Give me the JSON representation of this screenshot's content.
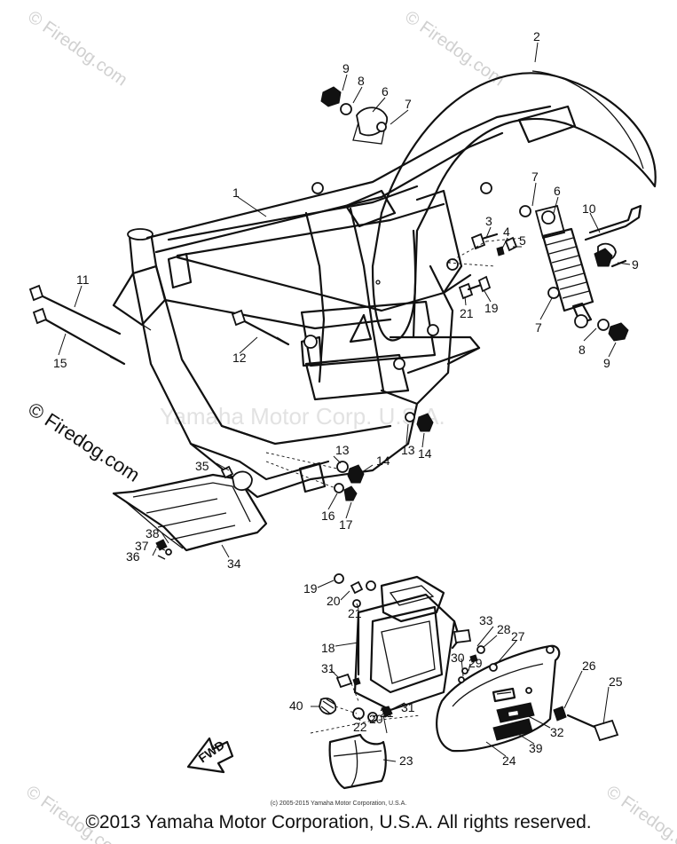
{
  "watermarks": {
    "top_left": "© Firedog.com",
    "top_right": "© Firedog.com",
    "middle_left": "© Firedog.com",
    "center": "Yamaha Motor Corp. U.S.A.",
    "bottom_left": "© Firedog.com",
    "bottom_right": "© Firedog.com"
  },
  "fwd_arrow_label": "FWD",
  "small_credit": "(c) 2005-2015 Yamaha Motor Corporation, U.S.A.",
  "copyright": "©2013 Yamaha Motor Corporation, U.S.A. All rights reserved.",
  "callouts": {
    "c1": "1",
    "c2": "2",
    "c3": "3",
    "c4": "4",
    "c5": "5",
    "c6a": "6",
    "c6b": "6",
    "c7a": "7",
    "c7b": "7",
    "c7c": "7",
    "c8a": "8",
    "c8b": "8",
    "c9a": "9",
    "c9b": "9",
    "c9c": "9",
    "c10": "10",
    "c11": "11",
    "c12": "12",
    "c13a": "13",
    "c13b": "13",
    "c14a": "14",
    "c14b": "14",
    "c15": "15",
    "c16": "16",
    "c17": "17",
    "c18": "18",
    "c19a": "19",
    "c19b": "19",
    "c20a": "20",
    "c20b": "20",
    "c21a": "21",
    "c21b": "21",
    "c21c": "21",
    "c22": "22",
    "c23": "23",
    "c24": "24",
    "c25": "25",
    "c26": "26",
    "c27": "27",
    "c28": "28",
    "c29": "29",
    "c30": "30",
    "c31a": "31",
    "c31b": "31",
    "c32": "32",
    "c33": "33",
    "c34": "34",
    "c35": "35",
    "c36": "36",
    "c37": "37",
    "c38": "38",
    "c39": "39",
    "c40": "40"
  }
}
